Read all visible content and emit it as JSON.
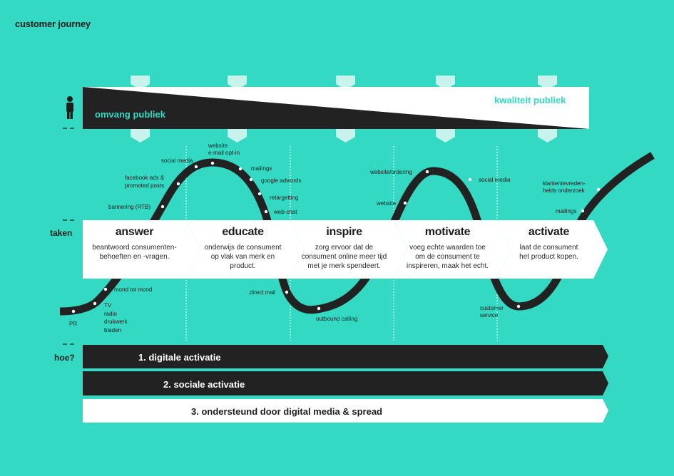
{
  "title": "customer journey",
  "audience": {
    "left_label": "omvang publiek",
    "right_label": "kwaliteit publiek",
    "icon": "person-icon"
  },
  "row_labels": {
    "tasks": "taken",
    "how": "hoe?"
  },
  "stages": [
    {
      "name": "answer",
      "description": [
        "beantwoord consumenten-",
        "behoeften en -vragen."
      ]
    },
    {
      "name": "educate",
      "description": [
        "onderwijs de consument",
        "op vlak van merk en",
        "product."
      ]
    },
    {
      "name": "inspire",
      "description": [
        "zorg ervoor dat de",
        "consument online meer tijd",
        "met je merk spendeert."
      ]
    },
    {
      "name": "motivate",
      "description": [
        "voeg echte waarden toe",
        "om de consument te",
        "inspireren, maak het echt."
      ]
    },
    {
      "name": "activate",
      "description": [
        "laat de consument",
        "het product kopen."
      ]
    }
  ],
  "touchpoints": [
    "PR",
    "TV",
    "radio",
    "drukwerk",
    "bladen",
    "mond tot mond",
    "bannering (RTB)",
    "facebook ads &",
    "promoted posts",
    "social media",
    "website",
    "e-mail opt-in",
    "mailings",
    "google adwords",
    "retargetting",
    "web-chat",
    "direct mail",
    "outbound calling",
    "website",
    "website/ordering",
    "social media",
    "customer",
    "service",
    "klantentevreden-",
    "heids onderzoek",
    "mailings"
  ],
  "activations": [
    "1. digitale activatie",
    "2. sociale activatie",
    "3. ondersteund door digital media & spread"
  ],
  "colors": {
    "background": "#34d9c3",
    "dark": "#222222",
    "white": "#ffffff",
    "chevron": "#c8f3ec"
  }
}
